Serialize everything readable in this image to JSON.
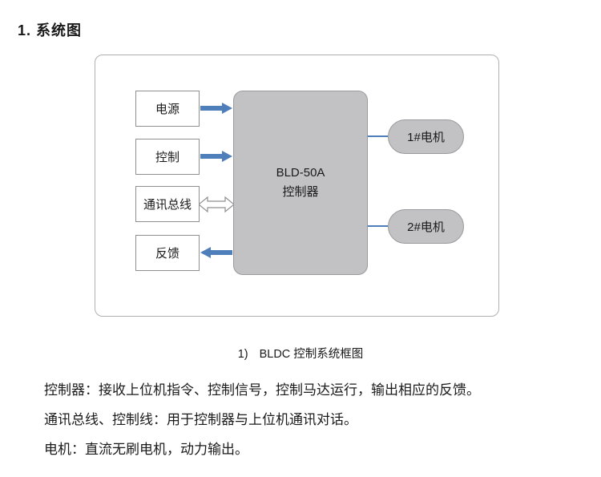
{
  "page": {
    "heading": "1. 系统图",
    "caption_number": "1)",
    "caption_text": "BLDC 控制系统框图"
  },
  "diagram": {
    "inputs": [
      {
        "label": "电源"
      },
      {
        "label": "控制"
      },
      {
        "label": "通讯总线"
      },
      {
        "label": "反馈"
      }
    ],
    "controller": {
      "model": "BLD-50A",
      "name": "控制器"
    },
    "motors": [
      {
        "label": "1#电机"
      },
      {
        "label": "2#电机"
      }
    ],
    "icons": {
      "power_to_controller": "arrow-right",
      "control_to_controller": "arrow-right",
      "bus_to_controller": "double-headed-hollow-arrow",
      "controller_to_feedback": "arrow-left"
    },
    "colors": {
      "block_fill": "#c2c2c4",
      "block_border": "#9a9a9c",
      "arrow_blue": "#4e7fba",
      "frame_border": "#b0b0b0"
    }
  },
  "notes": [
    "控制器：接收上位机指令、控制信号，控制马达运行，输出相应的反馈。",
    "通讯总线、控制线：用于控制器与上位机通讯对话。",
    "电机：直流无刷电机，动力输出。"
  ]
}
